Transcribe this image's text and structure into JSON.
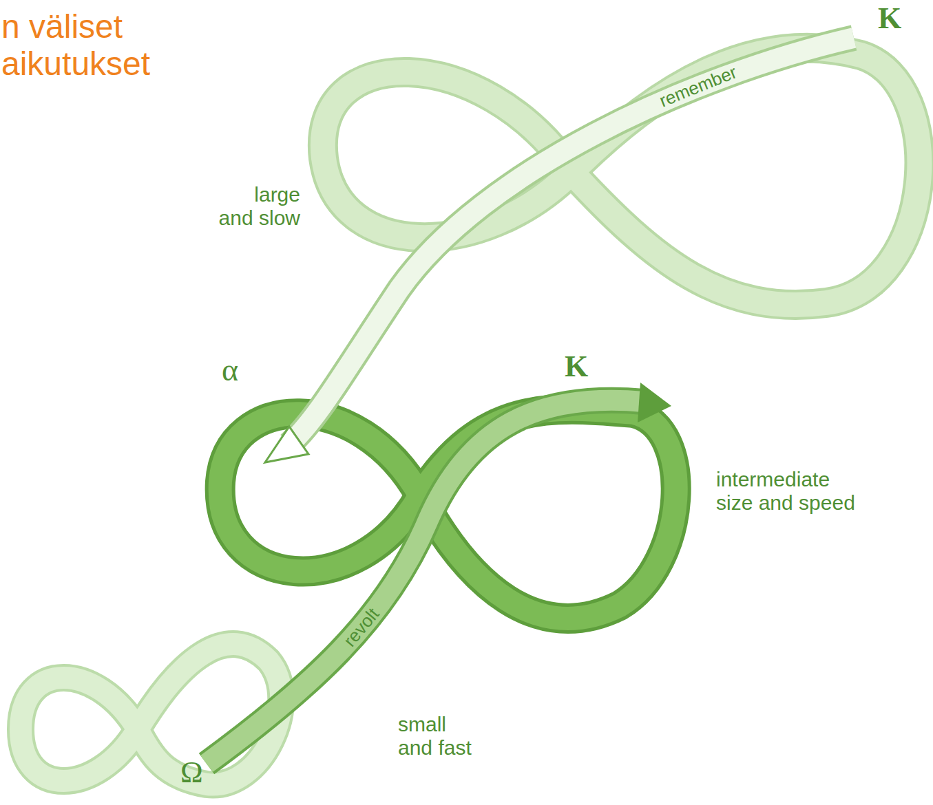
{
  "diagram": {
    "title": "n väliset aikutukset",
    "labels": [
      "K",
      "remember",
      "large and slow",
      "α",
      "K",
      "intermediate size and speed",
      "revolt",
      "small and fast",
      "Ω"
    ]
  }
}
